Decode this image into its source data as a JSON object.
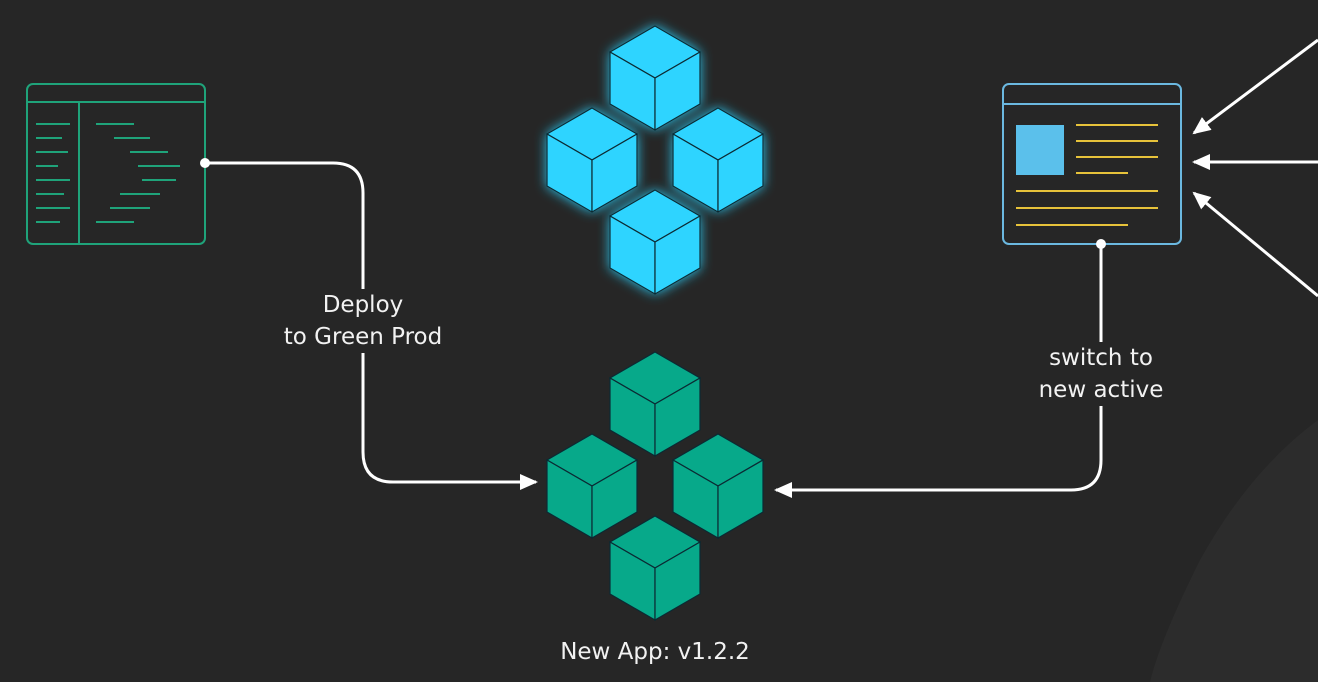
{
  "labels": {
    "deploy_line1": "Deploy",
    "deploy_line2": "to Green Prod",
    "switch_line1": "switch to",
    "switch_line2": "new active",
    "new_app": "New App: v1.2.2"
  },
  "icons": {
    "code_editor": "code-editor-window-icon",
    "browser": "browser-window-icon",
    "blue_cluster": "blue-cubes-cluster-icon",
    "green_cluster": "green-cubes-cluster-icon"
  },
  "colors": {
    "background": "#262626",
    "blue_cube": "#2dd4ff",
    "green_cube": "#07a98a",
    "code_window": "#1fa37a",
    "browser_window": "#6bb8e0",
    "browser_image": "#5bc0eb",
    "browser_text": "#e6c23a",
    "connector": "#ffffff"
  }
}
